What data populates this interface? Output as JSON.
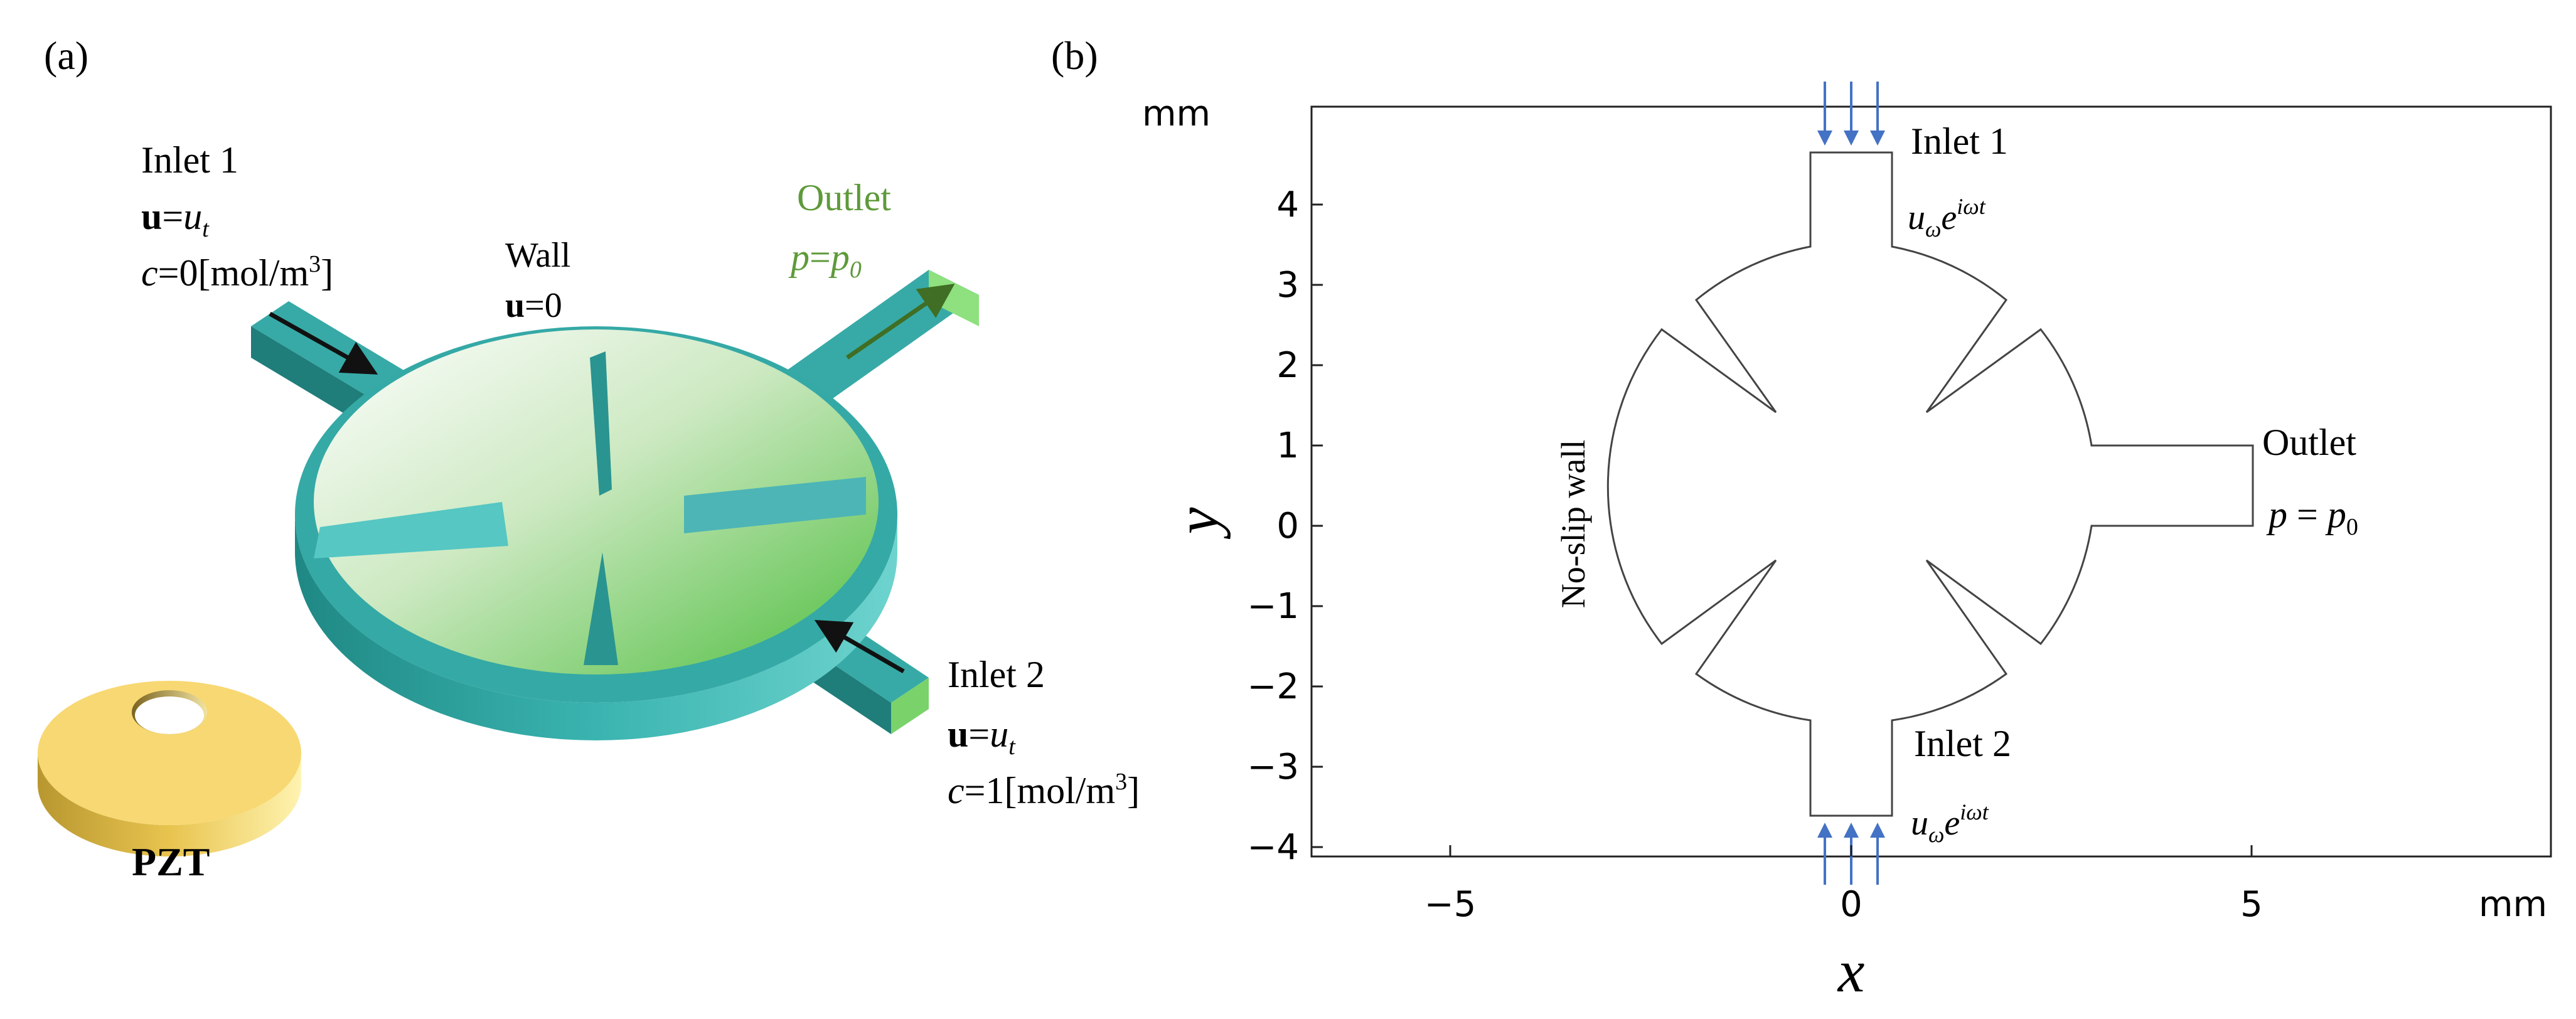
{
  "panel_a": {
    "label": "(a)",
    "inlet1": {
      "title": "Inlet 1",
      "bc_bold": "u",
      "bc_eq": "=",
      "bc_var": "u",
      "bc_sub": "t",
      "conc_var": "c",
      "conc_val": "=0[mol/m",
      "conc_exp": "3",
      "conc_end": "]"
    },
    "wall": {
      "title": "Wall",
      "bc_bold": "u",
      "bc_val": "=0"
    },
    "outlet": {
      "title": "Outlet",
      "eq_var": "p",
      "eq_mid": "=",
      "eq_var2": "p",
      "eq_sub": "0"
    },
    "inlet2": {
      "title": "Inlet 2",
      "bc_bold": "u",
      "bc_eq": "=",
      "bc_var": "u",
      "bc_sub": "t",
      "conc_var": "c",
      "conc_val": "=1[mol/m",
      "conc_exp": "3",
      "conc_end": "]"
    },
    "pzt": "PZT",
    "colors": {
      "channel": "#35a9a6",
      "channel_dark": "#1f7d7a",
      "fluid_light": "#f4fbf2",
      "fluid_dark": "#5cc448",
      "pzt": "#f5d36b",
      "outlet_text": "#5e9a3a"
    }
  },
  "panel_b": {
    "label": "(b)",
    "unit_y": "mm",
    "unit_x": "mm",
    "xlabel": "x",
    "ylabel": "y",
    "xticks": [
      "−5",
      "0",
      "5"
    ],
    "yticks": [
      "4",
      "3",
      "2",
      "1",
      "0",
      "−1",
      "−2",
      "−3",
      "−4"
    ],
    "inlet1": "Inlet 1",
    "inlet2": "Inlet 2",
    "outlet": "Outlet",
    "outlet_eq": {
      "lhs": "p",
      "mid": " = ",
      "rhs": "p",
      "sub": "0"
    },
    "wall": "No-slip wall",
    "bc_top": {
      "u": "u",
      "sub": "ω",
      "e": "e",
      "exp": "iωt"
    },
    "bc_bottom": {
      "u": "u",
      "sub": "ω",
      "e": "e",
      "exp": "iωt"
    },
    "arrow_color": "#4472c4"
  }
}
